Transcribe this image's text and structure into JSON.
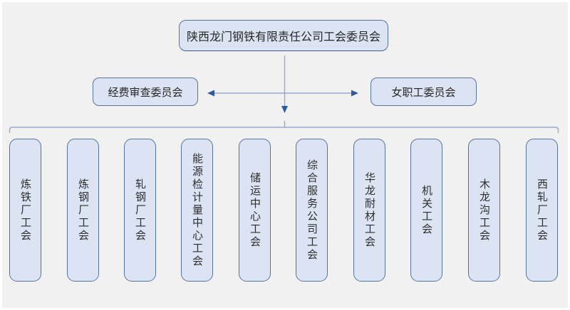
{
  "chart": {
    "type": "org-chart",
    "root": {
      "title": "陕西龙门钢铁有限责任公司工会委员会"
    },
    "committees": [
      {
        "label": "经费审查委员会"
      },
      {
        "label": "女职工委员会"
      }
    ],
    "branches": [
      {
        "label": "炼铁厂工会"
      },
      {
        "label": "炼钢厂工会"
      },
      {
        "label": "轧钢厂工会"
      },
      {
        "label": "能源检计量中心工会"
      },
      {
        "label": "储运中心工会"
      },
      {
        "label": "综合服务公司工会"
      },
      {
        "label": "华龙耐材工会"
      },
      {
        "label": "机关工会"
      },
      {
        "label": "木龙沟工会"
      },
      {
        "label": "西轧厂工会"
      }
    ],
    "colors": {
      "background": "#f1f1f2",
      "node_fill": "#dce4f3",
      "node_border": "#54749e",
      "connector_line": "#93abcd",
      "arrowhead": "#2e5b9e",
      "text": "#262626"
    }
  }
}
